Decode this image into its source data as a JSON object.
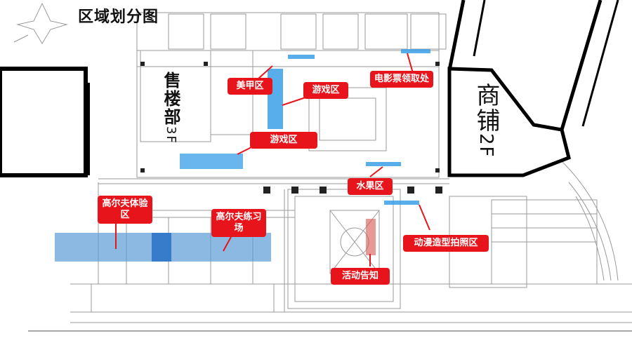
{
  "title": "区域划分图",
  "blocks": {
    "sales": "售楼部",
    "sales_floor": "3F",
    "shops": "商铺",
    "shops_floor": "2F"
  },
  "zones": {
    "nail": "美甲区",
    "game1": "游戏区",
    "game2": "游戏区",
    "ticket": "电影票领取处",
    "fruit": "水果区",
    "golf_exp": "高尔夫体验区",
    "golf_practice": "高尔夫练习场",
    "event": "活动告知",
    "anime": "动漫造型拍照区"
  },
  "colors": {
    "label_red": "#e8141b",
    "zone_blue": "#3aa0e8",
    "golf_blue": "#5b9bd5",
    "event_red": "#d9534f"
  }
}
